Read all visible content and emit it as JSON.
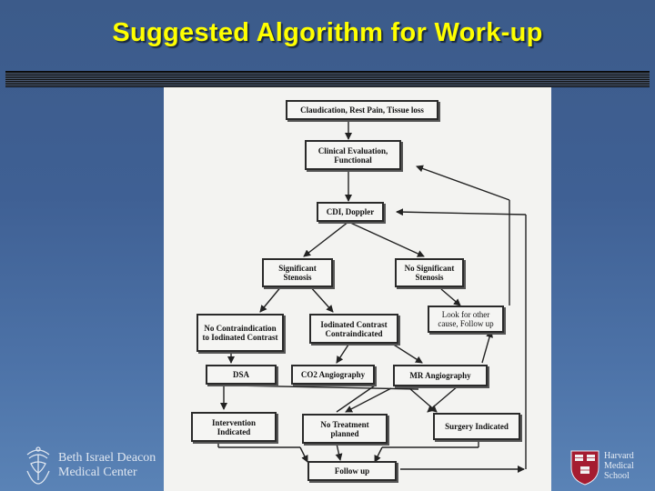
{
  "slide": {
    "title": "Suggested Algorithm for Work-up"
  },
  "flowchart": {
    "nodes": {
      "claudication": "Claudication, Rest Pain, Tissue loss",
      "clinical_eval": "Clinical Evaluation, Functional",
      "cdi_doppler": "CDI, Doppler",
      "significant_stenosis": "Significant Stenosis",
      "no_significant_stenosis": "No Significant Stenosis",
      "look_other_cause": "Look for other cause, Follow up",
      "no_contraindication": "No Contraindication to Iodinated Contrast",
      "iodinated_contraindicated": "Iodinated Contrast Contraindicated",
      "dsa": "DSA",
      "co2_angiography": "CO2 Angiography",
      "mr_angiography": "MR Angiography",
      "intervention_indicated": "Intervention Indicated",
      "no_treatment_planned": "No Treatment planned",
      "surgery_indicated": "Surgery Indicated",
      "follow_up": "Follow up"
    }
  },
  "logos": {
    "left_line1": "Beth Israel Deacon",
    "left_line2": "Medical Center",
    "right_line1": "Harvard",
    "right_line2": "Medical",
    "right_line3": "School"
  },
  "colors": {
    "title": "#ffff00",
    "background": "#3f6094",
    "flowchart_bg": "#f3f3f1",
    "harvard_crimson": "#a51c30"
  }
}
